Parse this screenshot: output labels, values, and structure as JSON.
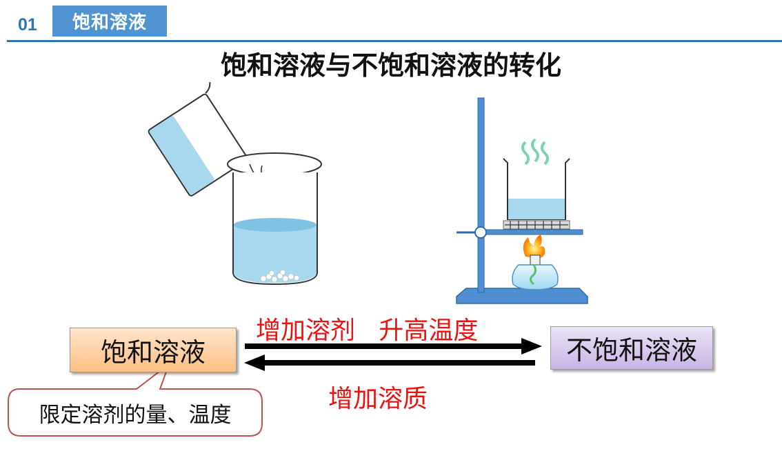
{
  "header": {
    "section_number": "01",
    "section_label": "饱和溶液"
  },
  "title": "饱和溶液与不饱和溶液的转化",
  "diagram": {
    "left_state": "饱和溶液",
    "right_state": "不饱和溶液",
    "forward_conditions": "增加溶剂   升高温度",
    "reverse_condition": "增加溶质",
    "callout_note": "限定溶剂的量、温度"
  },
  "colors": {
    "accent": "#2e75b6",
    "tag_background": "#4f93d1",
    "condition_text": "#ee1111",
    "water": "#a8d8ee",
    "callout_border": "#c0504d"
  }
}
